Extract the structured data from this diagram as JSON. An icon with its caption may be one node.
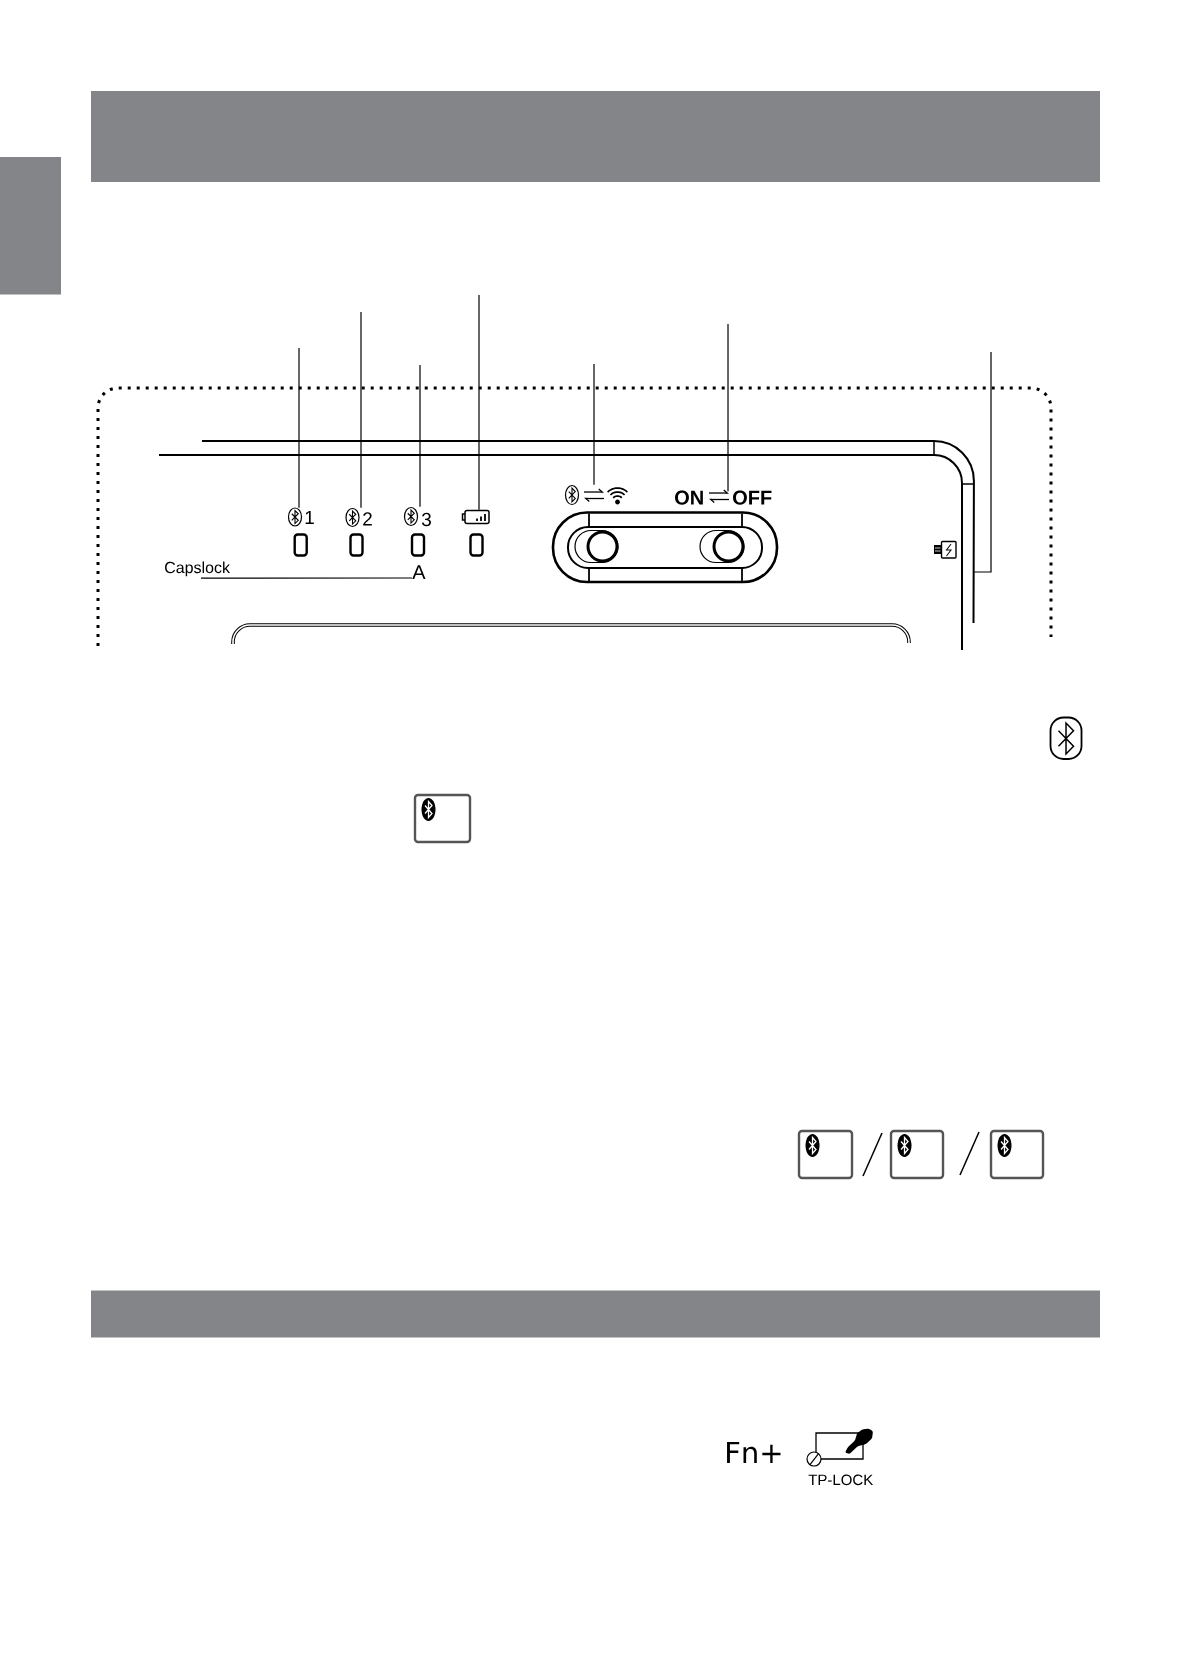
{
  "diagram": {
    "nodes": [
      {
        "text": [],
        "shape": "picture"
      },
      {
        "text": [
          "1"
        ],
        "in": 0
      },
      {
        "text": [
          "2"
        ],
        "in": 0
      },
      {
        "text": [
          "3"
        ],
        "in": 0
      },
      {
        "text": [],
        "shape": "picture",
        "in": 0
      },
      {
        "text": [],
        "shape": "picture",
        "in": 0
      },
      {
        "text": [],
        "shape": "picture",
        "in": 0
      },
      {
        "text": [
          "Capslock"
        ],
        "in": 0
      },
      {
        "text": [
          "A"
        ],
        "in": 0
      }
    ],
    "edges": [
      {
        "from": null,
        "to": 1,
        "arrow": "none"
      },
      {
        "from": null,
        "to": 2,
        "arrow": "none"
      },
      {
        "from": null,
        "to": 3,
        "arrow": "none"
      },
      {
        "from": null,
        "to": 4,
        "arrow": "none"
      },
      {
        "from": null,
        "to": 5,
        "arrow": "none"
      },
      {
        "from": null,
        "to": 6,
        "arrow": "none"
      },
      {
        "from": null,
        "to": 0,
        "arrow": "none"
      },
      {
        "from": 7,
        "to": 8,
        "arrow": "none"
      }
    ],
    "labels": [
      "ON",
      "OFF",
      "Fn+",
      "TP-LOCK"
    ]
  }
}
